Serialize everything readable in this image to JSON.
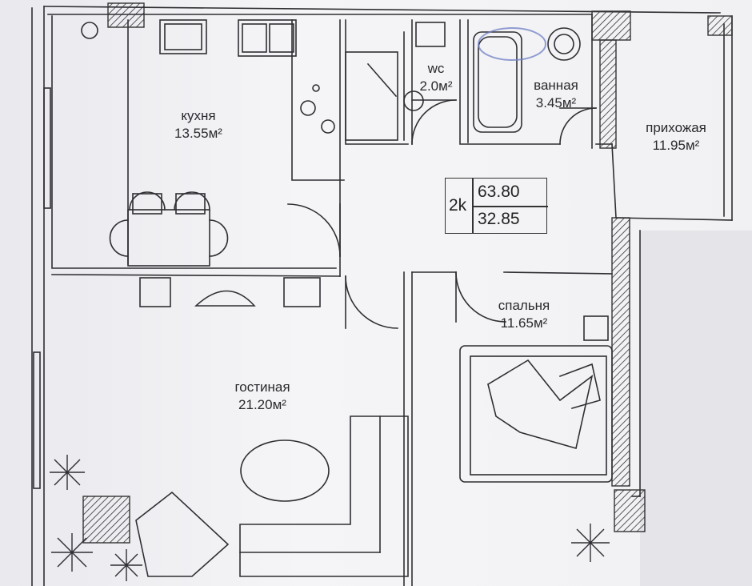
{
  "rooms": {
    "kitchen": {
      "name": "кухня",
      "area": "13.55м²"
    },
    "wc": {
      "name": "wc",
      "area": "2.0м²"
    },
    "bathroom": {
      "name": "ванная",
      "area": "3.45м²"
    },
    "hallway": {
      "name": "прихожая",
      "area": "11.95м²"
    },
    "bedroom": {
      "name": "спальня",
      "area": "11.65м²"
    },
    "living": {
      "name": "гостиная",
      "area": "21.20м²"
    }
  },
  "unit": {
    "type": "2k",
    "total_area": "63.80",
    "living_area": "32.85"
  },
  "colors": {
    "line": "#2f2f33",
    "paper": "#f3f3f5",
    "shadow": "#d9d9de",
    "stamp": "#6d7fc4"
  }
}
